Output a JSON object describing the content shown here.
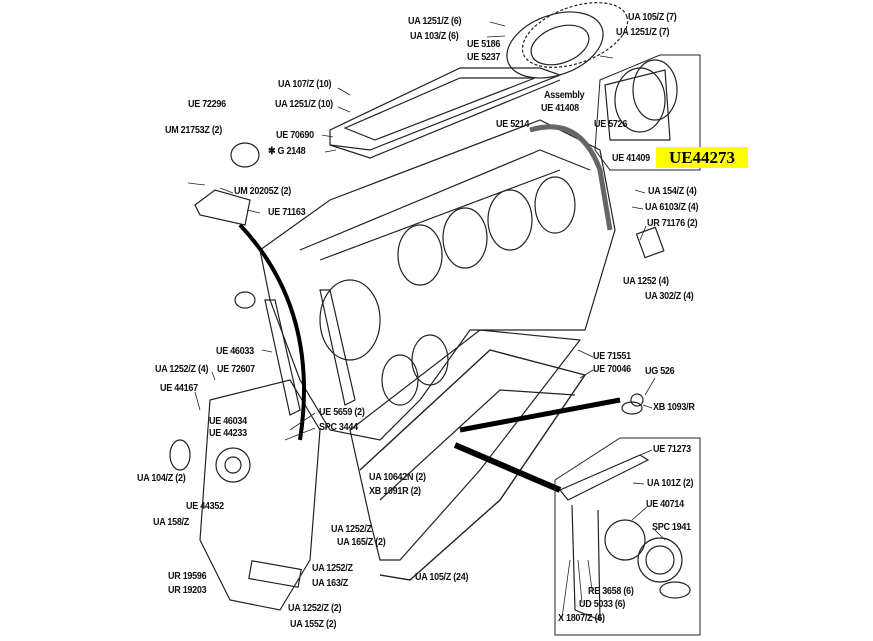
{
  "highlight": {
    "text": "UE44273",
    "color": "#ffff00"
  },
  "labels": {
    "ua1251z6": "UA 1251/Z (6)",
    "ua103z6": "UA 103/Z (6)",
    "ue5186": "UE 5186",
    "ue5237": "UE 5237",
    "ua105z7": "UA 105/Z (7)",
    "ua1251z7": "UA 1251/Z (7)",
    "assembly": "Assembly",
    "ue41408": "UE 41408",
    "ue5726": "UE 5726",
    "ue41409": "UE 41409",
    "ua107z10": "UA 107/Z (10)",
    "ua1251z10": "UA 1251/Z (10)",
    "ue72296": "UE 72296",
    "ue70690": "UE 70690",
    "g2148": "✱ G 2148",
    "um21753z": "UM 21753Z (2)",
    "um20205z": "UM 20205Z (2)",
    "ue71163": "UE 71163",
    "ue5214": "UE 5214",
    "ua154z": "UA 154/Z (4)",
    "ua6103z": "UA 6103/Z (4)",
    "ur71176": "UR 71176 (2)",
    "ua1252_4": "UA 1252 (4)",
    "ua302z": "UA 302/Z (4)",
    "ue46033": "UE 46033",
    "ua1252z4": "UA 1252/Z (4)",
    "ue72607": "UE 72607",
    "ue44167": "UE 44167",
    "ue46034": "UE 46034",
    "ue44233": "UE 44233",
    "ue5659": "UE 5659 (2)",
    "spc3444": "SPC 3444",
    "ua104z": "UA 104/Z (2)",
    "ua158z": "UA 158/Z",
    "ue44352": "UE 44352",
    "ua10642n": "UA 10642N (2)",
    "xb1091r": "XB 1091R (2)",
    "ua1252z_a": "UA 1252/Z",
    "ua165z": "UA 165/Z (2)",
    "ua1252z_b": "UA 1252/Z",
    "ua163z": "UA 163/Z",
    "ur19596": "UR 19596",
    "ur19203": "UR 19203",
    "ua1252z2": "UA 1252/Z (2)",
    "ua155z": "UA 155Z (2)",
    "ua105z24": "UA 105/Z (24)",
    "ue71551": "UE 71551",
    "ue70046": "UE 70046",
    "ug526": "UG 526",
    "xb1093r": "XB 1093/R",
    "ue71273": "UE 71273",
    "ua101z": "UA 101Z (2)",
    "ue40714": "UE 40714",
    "spc1941": "SPC 1941",
    "re3658": "RE 3658 (6)",
    "ud5033": "UD 5033 (6)",
    "x1807z": "X 1807/Z (6)"
  }
}
